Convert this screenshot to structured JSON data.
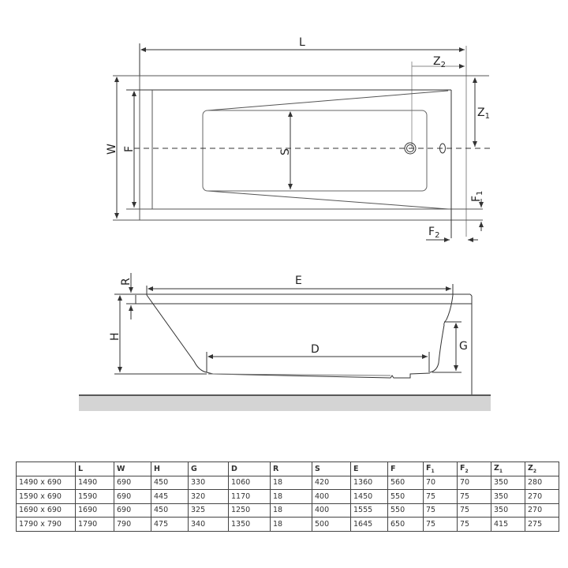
{
  "top_view": {
    "labels": {
      "L": "L",
      "W": "W",
      "F": "F",
      "S": "S",
      "Z1": "Z",
      "Z1_sub": "1",
      "Z2": "Z",
      "Z2_sub": "2",
      "F1": "F",
      "F1_sub": "1",
      "F2": "F",
      "F2_sub": "2"
    }
  },
  "side_view": {
    "labels": {
      "R": "R",
      "E": "E",
      "H": "H",
      "D": "D",
      "G": "G"
    }
  },
  "table": {
    "headers": [
      "",
      "L",
      "W",
      "H",
      "G",
      "D",
      "R",
      "S",
      "E",
      "F",
      "F1",
      "F2",
      "Z1",
      "Z2"
    ],
    "header_main": [
      "",
      "L",
      "W",
      "H",
      "G",
      "D",
      "R",
      "S",
      "E",
      "F",
      "F",
      "F",
      "Z",
      "Z"
    ],
    "header_sub": [
      "",
      "",
      "",
      "",
      "",
      "",
      "",
      "",
      "",
      "",
      "1",
      "2",
      "1",
      "2"
    ],
    "rows": [
      [
        "1490 x 690",
        "1490",
        "690",
        "450",
        "330",
        "1060",
        "18",
        "420",
        "1360",
        "560",
        "70",
        "70",
        "350",
        "280"
      ],
      [
        "1590 x 690",
        "1590",
        "690",
        "445",
        "320",
        "1170",
        "18",
        "400",
        "1450",
        "550",
        "75",
        "75",
        "350",
        "270"
      ],
      [
        "1690 x 690",
        "1690",
        "690",
        "450",
        "325",
        "1250",
        "18",
        "400",
        "1555",
        "550",
        "75",
        "75",
        "350",
        "270"
      ],
      [
        "1790 x 790",
        "1790",
        "790",
        "475",
        "340",
        "1350",
        "18",
        "500",
        "1645",
        "650",
        "75",
        "75",
        "415",
        "275"
      ]
    ]
  },
  "colors": {
    "line": "#333333",
    "floor": "#d4d4d4"
  }
}
